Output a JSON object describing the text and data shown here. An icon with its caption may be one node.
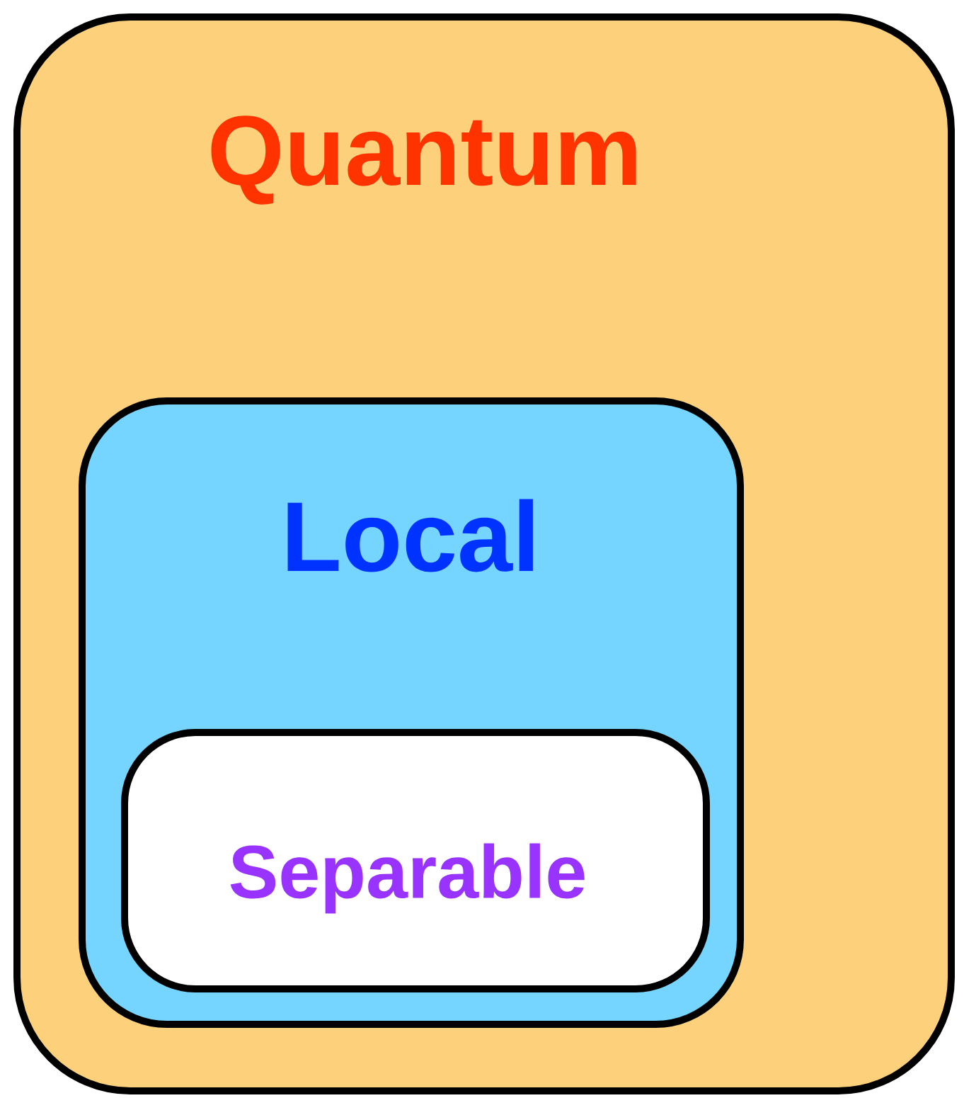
{
  "diagram": {
    "nodes": [
      {
        "text": [
          "Quantum"
        ]
      },
      {
        "text": [
          "Local"
        ],
        "in": 0
      },
      {
        "text": [
          "Separable"
        ],
        "in": 1
      }
    ]
  }
}
